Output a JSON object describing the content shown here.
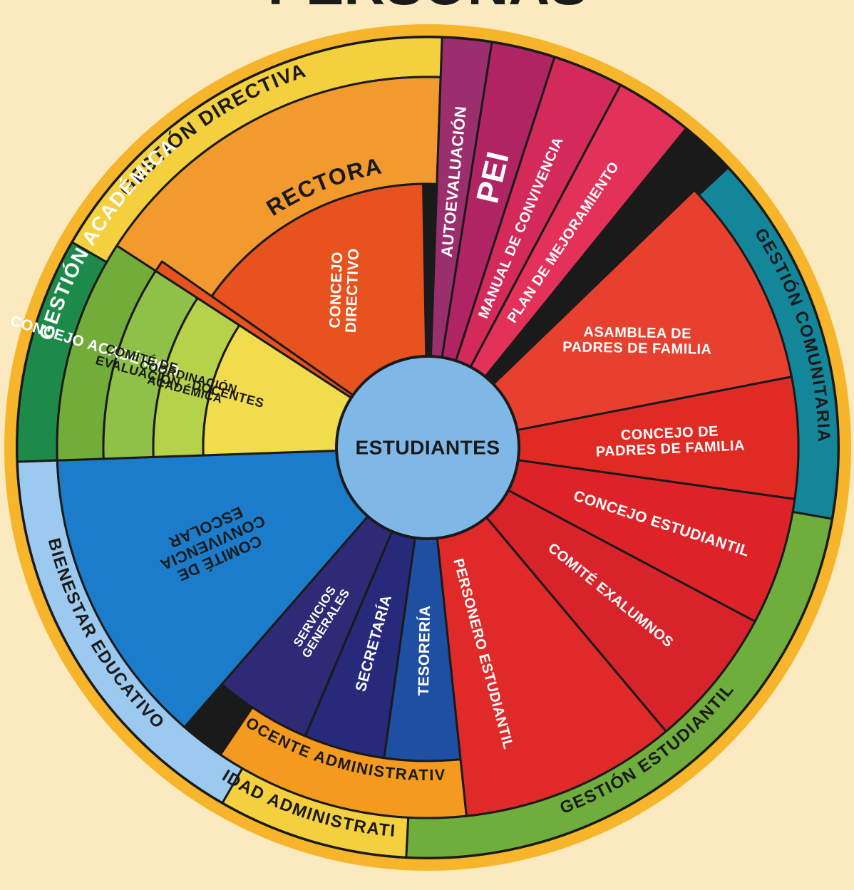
{
  "header_partial_text": "PERSONAS",
  "colors": {
    "background": "#fbe9bf",
    "outer_ring": "#f7b52c",
    "outline": "#1a1a1a",
    "center": "#7fb8e6"
  },
  "center": {
    "label": "ESTUDIANTES"
  },
  "outer_ring": [
    {
      "label": "GESTIÓN DIRECTIVA",
      "color": "#f4d03f",
      "text": "#1a1a1a"
    },
    {
      "label": "GESTIÓN ACADÉMICA",
      "color": "#1e8a4a",
      "text": "#ffffff"
    },
    {
      "label": "BIENESTAR EDUCATIVO",
      "color": "#9cc9ef",
      "text": "#1a1a1a"
    },
    {
      "label": "UNIDAD ADMINISTRATIVA",
      "color": "#f4d03f",
      "text": "#1a1a1a"
    },
    {
      "label": "GESTIÓN ESTUDIANTIL",
      "color": "#6fae3c",
      "text": "#1a1a1a"
    },
    {
      "label": "GESTIÓN COMUNITARIA",
      "color": "#14869a",
      "text": "#1a1a1a"
    }
  ],
  "segments": {
    "rectora": {
      "label": "RECTORA",
      "color": "#f29a2e",
      "text": "#1a1a1a"
    },
    "concejo_directivo": {
      "lines": [
        "CONCEJO",
        "DIRECTIVO"
      ],
      "color": "#e8521f",
      "text": "#ffffff"
    },
    "autoevaluacion": {
      "label": "AUTOEVALUACIÓN",
      "color": "#9b2f6e",
      "text": "#ffffff"
    },
    "pei": {
      "label": "PEI",
      "color": "#b02463",
      "text": "#ffffff"
    },
    "manual_convivencia": {
      "label": "MANUAL DE CONVIVENCIA",
      "color": "#d42a5a",
      "text": "#ffffff"
    },
    "plan_mejoramiento": {
      "label": "PLAN DE MEJORAMIENTO",
      "color": "#e3315a",
      "text": "#ffffff"
    },
    "asamblea_padres": {
      "lines": [
        "ASAMBLEA DE",
        "PADRES DE FAMILIA"
      ],
      "color": "#e8402e",
      "text": "#ffffff"
    },
    "concejo_padres": {
      "lines": [
        "CONCEJO DE",
        "PADRES DE FAMILIA"
      ],
      "color": "#e02b24",
      "text": "#ffffff"
    },
    "concejo_estudiantil": {
      "label": "CONCEJO ESTUDIANTIL",
      "color": "#dd2327",
      "text": "#ffffff"
    },
    "comite_exalumnos": {
      "label": "COMITÉ EXALUMNOS",
      "color": "#d8232b",
      "text": "#ffffff"
    },
    "personero": {
      "label": "PERSONERO ESTUDIANTIL",
      "color": "#e02a2a",
      "text": "#ffffff"
    },
    "tesoreria": {
      "label": "TESORERÍA",
      "color": "#1f4fa2",
      "text": "#ffffff"
    },
    "secretaria": {
      "label": "SECRETARÍA",
      "color": "#27297a",
      "text": "#ffffff"
    },
    "servicios_generales": {
      "lines": [
        "SERVICIOS",
        "GENERALES"
      ],
      "color": "#2e2a76",
      "text": "#ffffff"
    },
    "docente_administrativo": {
      "label": "DOCENTE ADMINISTRATIVO",
      "color": "#f39a1f",
      "text": "#1a1a1a"
    },
    "comite_convivencia": {
      "lines": [
        "COMITÉ DE",
        "CONVIVENCIA",
        "ESCOLAR"
      ],
      "color": "#1b7ccb",
      "text": "#1a1a1a"
    },
    "concejo_academico": {
      "label": "CONCEJO ACADÉMICO",
      "color": "#72ad3a",
      "text": "#ffffff"
    },
    "comite_evaluacion": {
      "lines": [
        "COMITÉ DE",
        "EVALUACIÓN"
      ],
      "color": "#8fc048",
      "text": "#1a1a1a"
    },
    "coordinacion_academica": {
      "lines": [
        "COORDINACIÓN",
        "ACADÉMICA"
      ],
      "color": "#b6d24a",
      "text": "#1a1a1a"
    },
    "docentes": {
      "label": "DOCENTES",
      "color": "#f0dc4c",
      "text": "#1a1a1a"
    }
  }
}
